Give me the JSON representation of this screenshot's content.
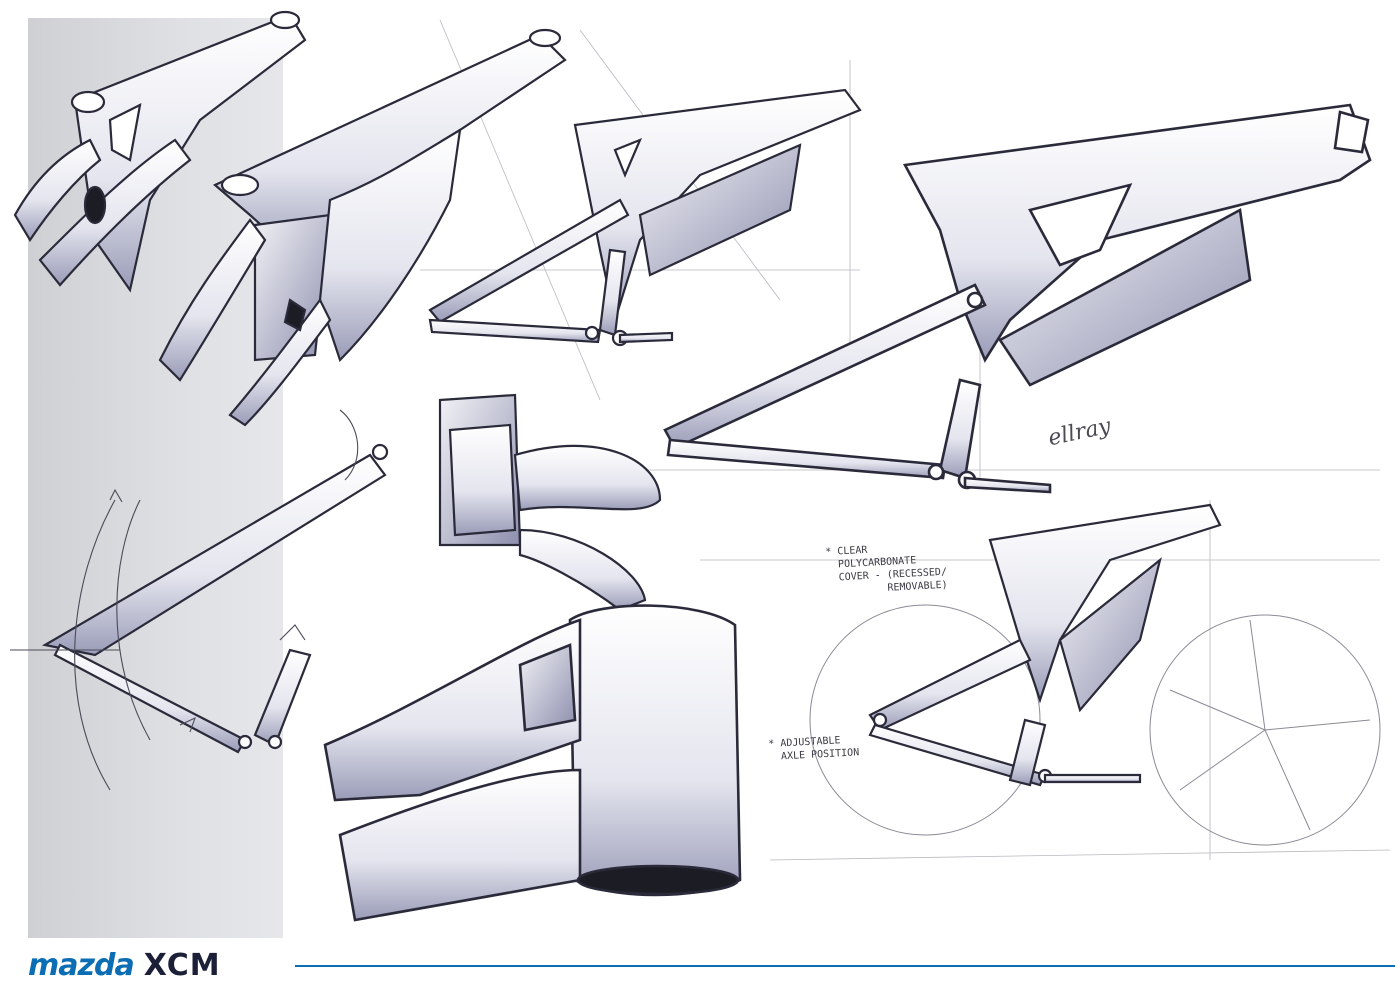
{
  "brand": {
    "logo": "mazda",
    "model": "XCM",
    "accent_color": "#0b6db3",
    "ink_color": "#1c1f38"
  },
  "annotations": {
    "clear_cover": "* CLEAR\n  POLYCARBONATE\n  COVER - (RECESSED/\n          REMOVABLE)",
    "adjustable_axle": "* ADJUSTABLE\n  AXLE POSITION"
  },
  "signature": "ellray",
  "icons": {
    "arrow": "rotation-arrow-icon"
  }
}
